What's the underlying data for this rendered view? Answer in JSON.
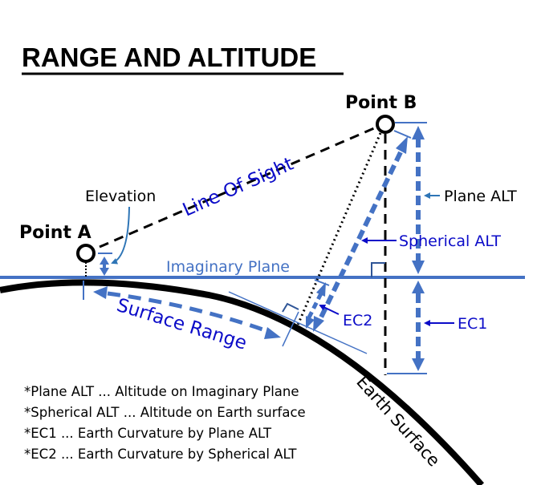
{
  "title": "RANGE AND ALTITUDE",
  "points": {
    "a": {
      "label": "Point A"
    },
    "b": {
      "label": "Point B"
    }
  },
  "labels": {
    "elevation": "Elevation",
    "line_of_sight": "Line Of Sight",
    "imaginary_plane": "Imaginary Plane",
    "surface_range": "Surface Range",
    "plane_alt": "Plane ALT",
    "spherical_alt": "Spherical ALT",
    "ec1": "EC1",
    "ec2": "EC2",
    "earth_surface": "Earth Surface"
  },
  "notes": [
    "*Plane ALT ... Altitude on Imaginary Plane",
    "*Spherical ALT ... Altitude on Earth surface",
    "*EC1 ... Earth Curvature by Plane ALT",
    "*EC2 ... Earth Curvature by Spherical ALT"
  ],
  "colors": {
    "plane_blue": "#4472c4",
    "label_blue": "#0b0bc8",
    "earth_black": "#000000",
    "callout_teal": "#2e75b6"
  }
}
